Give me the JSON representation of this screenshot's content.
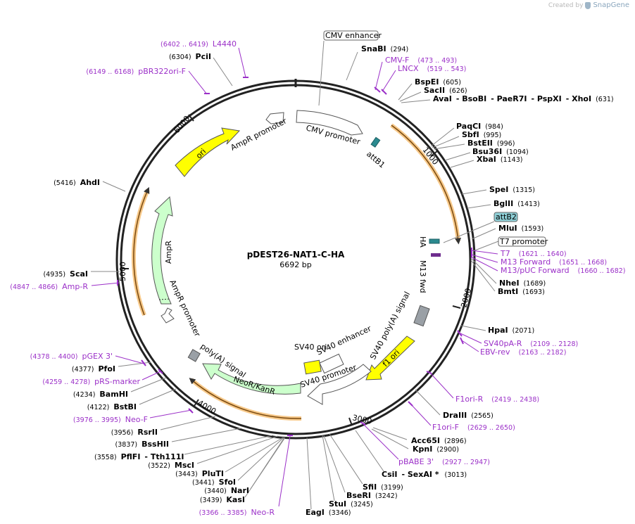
{
  "credit": {
    "prefix": "Created by",
    "brand": "SnapGene"
  },
  "map": {
    "name": "pDEST26-NAT1-C-HA",
    "length_label": "6692 bp",
    "length": 6692
  },
  "ticks": [
    "1000",
    "2000",
    "3000",
    "4000",
    "5000",
    "6000"
  ],
  "features": [
    {
      "label": "CMV promoter",
      "color": "#ffffff"
    },
    {
      "label": "attB1",
      "color": "#2b8a8f"
    },
    {
      "label": "HA",
      "color": "#2b8a8f"
    },
    {
      "label": "M13 fwd",
      "color": "#6e2d8e"
    },
    {
      "label": "SV40 poly(A) signal",
      "color": "#9aa0a6"
    },
    {
      "label": "f1 ori",
      "color": "#ffff00"
    },
    {
      "label": "SV40 promoter",
      "color": "#ffffff"
    },
    {
      "label": "SV40 ori",
      "color": "#ffff00"
    },
    {
      "label": "SV40 enhancer",
      "color": "#ffffff"
    },
    {
      "label": "NeoR/KanR",
      "color": "#ccffcc"
    },
    {
      "label": "poly(A) signal",
      "color": "#9aa0a6"
    },
    {
      "label": "AmpR promoter",
      "color": "#ffffff"
    },
    {
      "label": "AmpR",
      "color": "#ccffcc"
    },
    {
      "label": "AmpR promoter",
      "color": "#ffffff"
    },
    {
      "label": "ori",
      "color": "#ffff00"
    }
  ],
  "boxed_labels": [
    {
      "label": "CMV enhancer",
      "style": "white"
    },
    {
      "label": "attB2",
      "style": "teal"
    },
    {
      "label": "T7 promoter",
      "style": "white"
    }
  ],
  "enzymes": [
    {
      "name": "SnaBI",
      "pos": "(294)"
    },
    {
      "name": "BspEI",
      "pos": "(605)"
    },
    {
      "name": "SacII",
      "pos": "(626)"
    },
    {
      "name": "AvaI",
      "extra": [
        "- BsoBI",
        "- PaeR7I",
        "- PspXI",
        "- XhoI"
      ],
      "pos": "(631)"
    },
    {
      "name": "PaqCI",
      "pos": "(984)"
    },
    {
      "name": "SbfI",
      "pos": "(995)"
    },
    {
      "name": "BstEII",
      "pos": "(996)"
    },
    {
      "name": "Bsu36I",
      "pos": "(1094)"
    },
    {
      "name": "XbaI",
      "pos": "(1143)"
    },
    {
      "name": "SpeI",
      "pos": "(1315)"
    },
    {
      "name": "BglII",
      "pos": "(1413)"
    },
    {
      "name": "MluI",
      "pos": "(1593)"
    },
    {
      "name": "NheI",
      "pos": "(1689)"
    },
    {
      "name": "BmtI",
      "pos": "(1693)"
    },
    {
      "name": "HpaI",
      "pos": "(2071)"
    },
    {
      "name": "DraIII",
      "pos": "(2565)"
    },
    {
      "name": "Acc65I",
      "pos": "(2896)"
    },
    {
      "name": "KpnI",
      "pos": "(2900)"
    },
    {
      "name": "CsiI",
      "extra": [
        "- SexAI *"
      ],
      "pos": "(3013)"
    },
    {
      "name": "SfiI",
      "pos": "(3199)"
    },
    {
      "name": "BseRI",
      "pos": "(3242)"
    },
    {
      "name": "StuI",
      "pos": "(3245)"
    },
    {
      "name": "EagI",
      "pos": "(3346)"
    },
    {
      "name": "KasI",
      "pos": "(3439)"
    },
    {
      "name": "NarI",
      "pos": "(3440)"
    },
    {
      "name": "SfoI",
      "pos": "(3441)"
    },
    {
      "name": "PluTI",
      "pos": "(3443)"
    },
    {
      "name": "MscI",
      "pos": "(3522)"
    },
    {
      "name": "PflFI",
      "extra": [
        "- Tth111I"
      ],
      "pos": "(3558)"
    },
    {
      "name": "BssHII",
      "pos": "(3837)"
    },
    {
      "name": "RsrII",
      "pos": "(3956)"
    },
    {
      "name": "BstBI",
      "pos": "(4122)"
    },
    {
      "name": "BamHI",
      "pos": "(4234)"
    },
    {
      "name": "PfoI",
      "pos": "(4377)"
    },
    {
      "name": "ScaI",
      "pos": "(4935)"
    },
    {
      "name": "AhdI",
      "pos": "(5416)"
    },
    {
      "name": "PciI",
      "pos": "(6304)"
    }
  ],
  "primers": [
    {
      "name": "CMV-F",
      "pos": "(473 .. 493)"
    },
    {
      "name": "LNCX",
      "pos": "(519 .. 543)"
    },
    {
      "name": "T7",
      "pos": "(1621 .. 1640)"
    },
    {
      "name": "M13 Forward",
      "pos": "(1651 .. 1668)"
    },
    {
      "name": "M13/pUC Forward",
      "pos": "(1660 .. 1682)"
    },
    {
      "name": "SV40pA-R",
      "pos": "(2109 .. 2128)"
    },
    {
      "name": "EBV-rev",
      "pos": "(2163 .. 2182)"
    },
    {
      "name": "F1ori-R",
      "pos": "(2419 .. 2438)"
    },
    {
      "name": "F1ori-F",
      "pos": "(2629 .. 2650)"
    },
    {
      "name": "pBABE 3'",
      "pos": "(2927 .. 2947)"
    },
    {
      "name": "Neo-R",
      "pos": "(3366 .. 3385)"
    },
    {
      "name": "Neo-F",
      "pos": "(3976 .. 3995)"
    },
    {
      "name": "pRS-marker",
      "pos": "(4259 .. 4278)"
    },
    {
      "name": "pGEX 3'",
      "pos": "(4378 .. 4400)"
    },
    {
      "name": "Amp-R",
      "pos": "(4847 .. 4866)"
    },
    {
      "name": "pBR322ori-F",
      "pos": "(6149 .. 6168)"
    },
    {
      "name": "L4440",
      "pos": "(6402 .. 6419)"
    }
  ]
}
